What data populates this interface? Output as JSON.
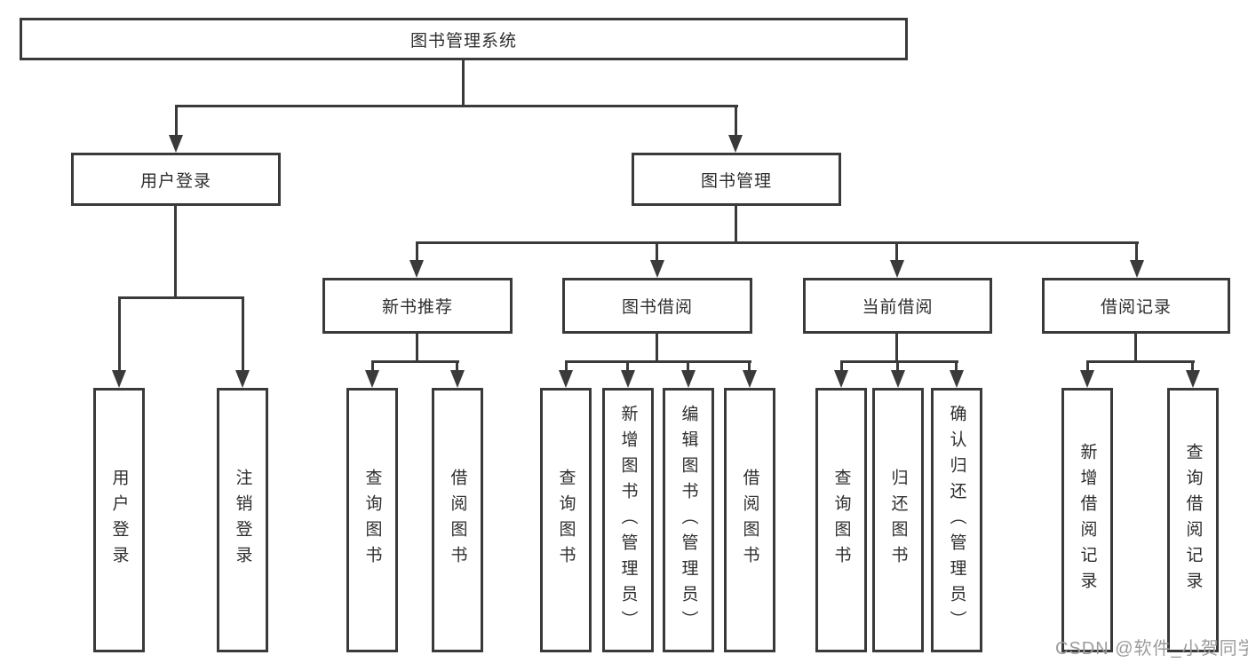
{
  "diagram": {
    "root": "图书管理系统",
    "level2": {
      "user_login": "用户登录",
      "book_mgmt": "图书管理"
    },
    "level3": {
      "new_books": "新书推荐",
      "book_borrow": "图书借阅",
      "current_borrow": "当前借阅",
      "borrow_records": "借阅记录"
    },
    "leaves": {
      "user_login": [
        "用户登录",
        "注销登录"
      ],
      "new_books": [
        "查询图书",
        "借阅图书"
      ],
      "book_borrow": [
        "查询图书",
        "新增图书（管理员）",
        "编辑图书（管理员）",
        "借阅图书"
      ],
      "current_borrow": [
        "查询图书",
        "归还图书",
        "确认归还（管理员）"
      ],
      "borrow_records": [
        "新增借阅记录",
        "查询借阅记录"
      ]
    },
    "colors": {
      "line": "#3a3a3a",
      "text": "#2e2e2e",
      "background": "#ffffff",
      "watermark_color": "#9c9c9c"
    },
    "watermark": "CSDN @软件_小贺同学"
  }
}
